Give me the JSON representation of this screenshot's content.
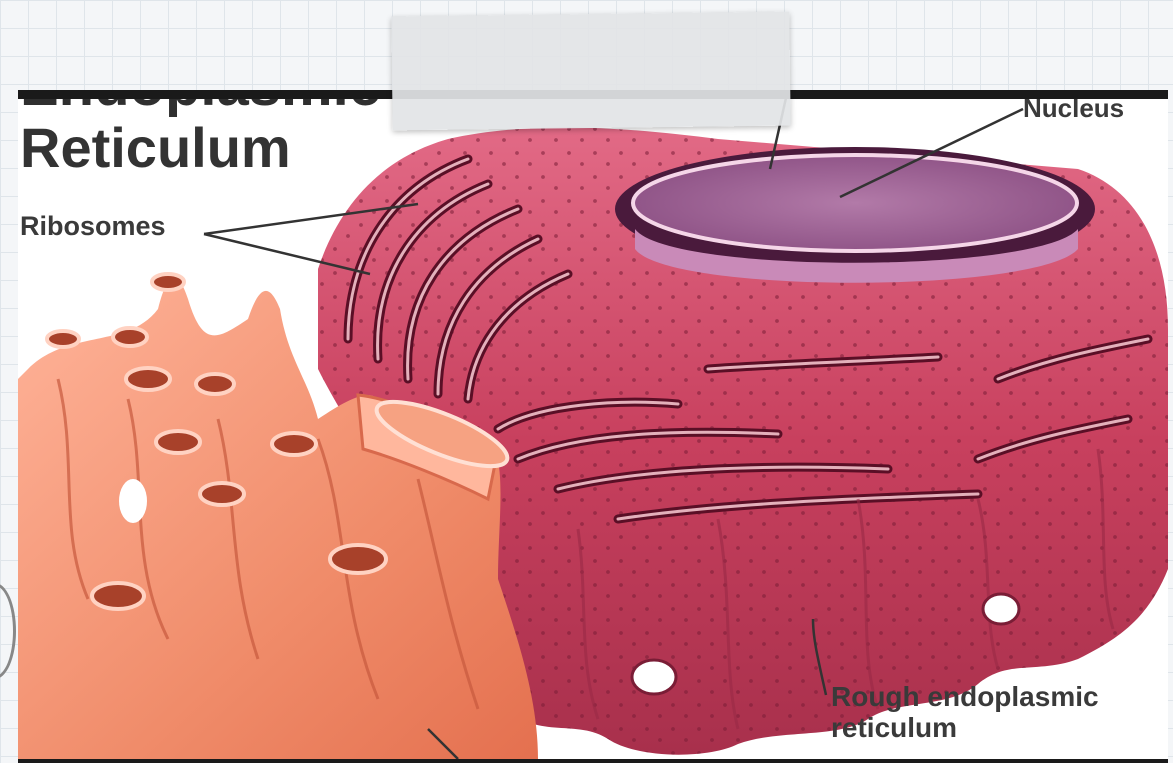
{
  "slide": {
    "title_clipped": "Endoplasmic",
    "title": "Reticulum"
  },
  "labels": {
    "ribosomes": "Ribosomes",
    "nucleus": "Nucleus",
    "rough_er_line1": "Rough endoplasmic",
    "rough_er_line2": "reticulum"
  },
  "colors": {
    "rough_er": "#c8405e",
    "smooth_er": "#f08c6a",
    "nucleus": "#9a5d92",
    "background_grid": "#dfe5ea"
  }
}
